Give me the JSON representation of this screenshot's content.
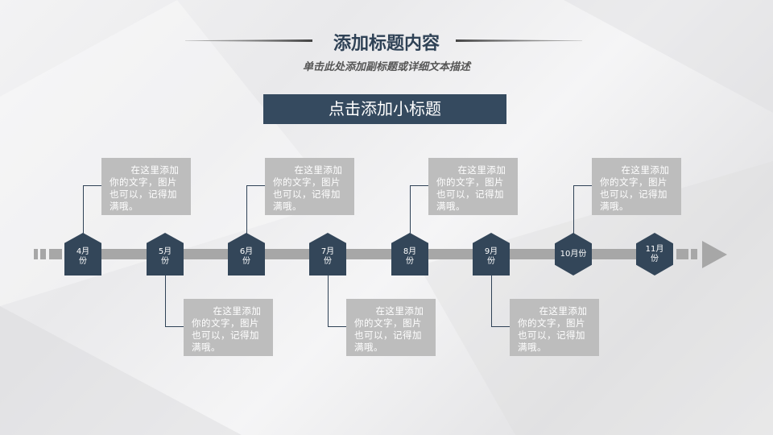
{
  "header": {
    "title": "添加标题内容",
    "subtitle": "单击此处添加副标题或详细文本描述",
    "section_label": "点击添加小标题"
  },
  "timeline": {
    "nodes": [
      {
        "label": "4月\n份",
        "position": "top",
        "text": "在这里添加你的文字，图片也可以，记得加满哦。"
      },
      {
        "label": "5月\n份",
        "position": "bottom",
        "text": "在这里添加你的文字，图片也可以，记得加满哦。"
      },
      {
        "label": "6月\n份",
        "position": "top",
        "text": "在这里添加你的文字，图片也可以，记得加满哦。"
      },
      {
        "label": "7月\n份",
        "position": "bottom",
        "text": "在这里添加你的文字，图片也可以，记得加满哦。"
      },
      {
        "label": "8月\n份",
        "position": "top",
        "text": "在这里添加你的文字，图片也可以，记得加满哦。"
      },
      {
        "label": "9月\n份",
        "position": "bottom",
        "text": "在这里添加你的文字，图片也可以，记得加满哦。"
      },
      {
        "label": "10月份",
        "position": "top",
        "text": "在这里添加你的文字，图片也可以，记得加满哦。"
      },
      {
        "label": "11月\n份",
        "position": "none",
        "text": null
      }
    ]
  },
  "colors": {
    "accent": "#334659",
    "box": "#bdbdbd",
    "track": "#a7a7a7"
  }
}
